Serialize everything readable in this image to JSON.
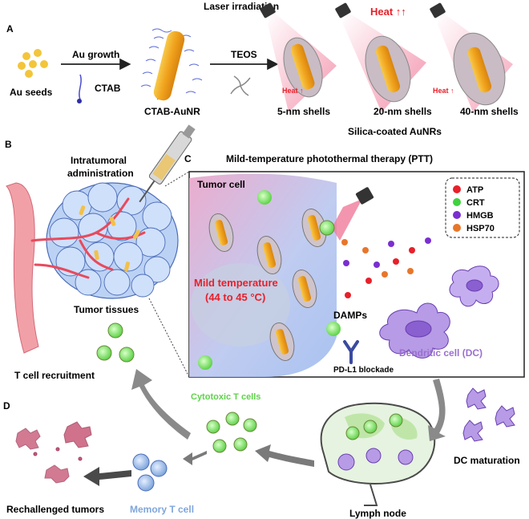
{
  "panels": {
    "a": "A",
    "b": "B",
    "c": "C",
    "d": "D"
  },
  "panel_a": {
    "laser_label": "Laser irradiation",
    "heat_big": "Heat ↑↑",
    "heat_small": "Heat ↑",
    "au_seeds": "Au seeds",
    "au_growth": "Au growth",
    "ctab": "CTAB",
    "ctab_aunr": "CTAB-AuNR",
    "teos": "TEOS",
    "shells": [
      "5-nm shells",
      "20-nm shells",
      "40-nm shells"
    ],
    "silica_title": "Silica-coated AuNRs"
  },
  "panel_b": {
    "intratumoral": [
      "Intratumoral",
      "administration"
    ],
    "tumor_tissues": "Tumor tissues"
  },
  "panel_c": {
    "title": "Mild-temperature photothermal therapy (PTT)",
    "tumor_cell": "Tumor cell",
    "mild_temp_line1": "Mild temperature",
    "mild_temp_line2": "(44 to 45 °C)",
    "damps": "DAMPs",
    "pd_l1": "PD-L1 blockade",
    "dendritic": "Dendritic cell (DC)",
    "legend": [
      {
        "label": "ATP",
        "color": "#e8202a"
      },
      {
        "label": "CRT",
        "color": "#3fd23f"
      },
      {
        "label": "HMGB",
        "color": "#7a2fd0"
      },
      {
        "label": "HSP70",
        "color": "#e8762a"
      }
    ]
  },
  "panel_d": {
    "t_cell_recruitment": "T cell recruitment",
    "cytotoxic": "Cytotoxic T cells",
    "memory": "Memory T cell",
    "rechallenged": "Rechallenged tumors",
    "lymph_node": "Lymph node",
    "dc_maturation": "DC maturation"
  },
  "colors": {
    "accent_green": "#5fd34a",
    "memory_blue": "#7fa6dc",
    "dendritic_purple": "#9a6fd0",
    "heat_red": "#e8202a",
    "gold": "#f2b21a"
  }
}
